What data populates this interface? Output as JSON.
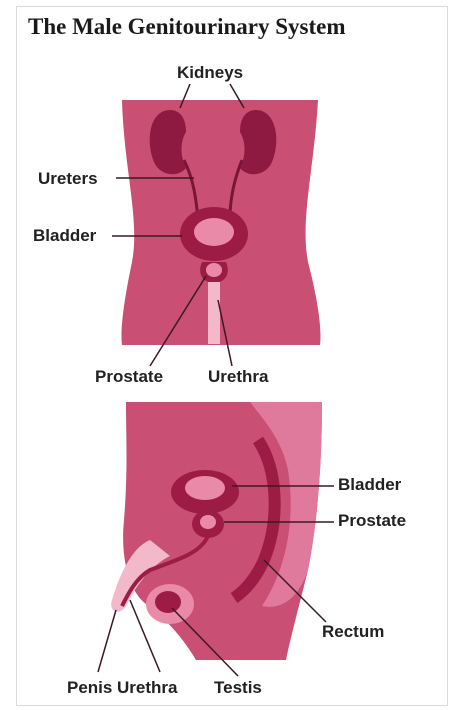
{
  "title": "The Male Genitourinary System",
  "colors": {
    "body": "#c94f74",
    "organ": "#9c1c45",
    "organ_light": "#e98aa9",
    "skin_light": "#f3b8c9",
    "line": "#3a1a22"
  },
  "labels": {
    "front": {
      "kidneys": "Kidneys",
      "ureters": "Ureters",
      "bladder": "Bladder",
      "prostate": "Prostate",
      "urethra": "Urethra"
    },
    "side": {
      "bladder": "Bladder",
      "prostate": "Prostate",
      "rectum": "Rectum",
      "penis": "Penis",
      "urethra": "Urethra",
      "testis": "Testis"
    }
  }
}
